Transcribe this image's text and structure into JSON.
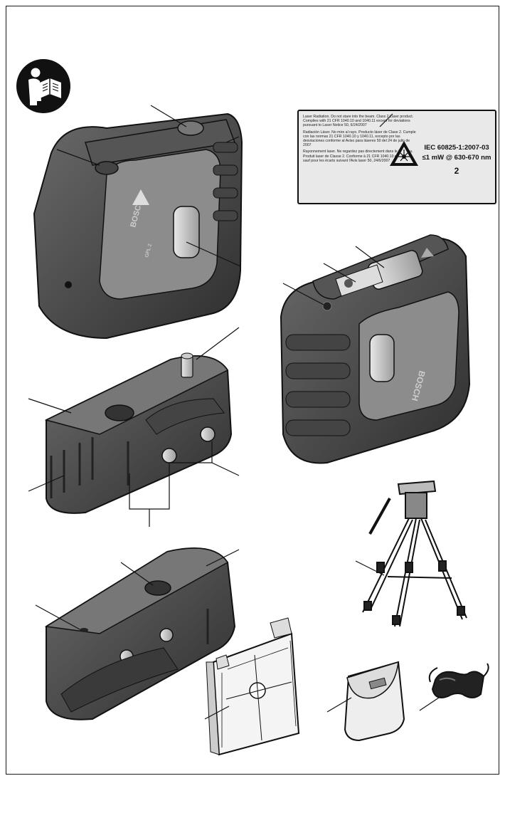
{
  "laser_label": {
    "text_en": "Laser Radiation. Do not stare into the beam. Class 2 Laser product. Complies with 21 CFR 1040.10 and 1040.11 except for deviations pursuant to Laser Notice 50, 6/24/2007",
    "text_es": "Radiación Láser. No mire al rayo. Producto láser de Clase 2. Cumple con las normas 21 CFR 1040.10 y 1040.11, excepto por las desviaciones conforme al Aviso para láseres 50 del 24 de julio de 2007",
    "text_fr": "Rayonnement laser. Ne regardez pas directement dans le faisceau. Produit laser de Classe 2. Conforme à 21 CFR 1040.10 et 1040.11, sauf pour les écarts suivant l'Avis laser 50, 24/6/2007",
    "standard": "IEC 60825-1:2007-03",
    "power": "≤1 mW @ 630-670 nm",
    "laser_class": "2"
  },
  "device_brand_text": [
    "BOSCH",
    "BOSCH"
  ],
  "device_model_text": "GPL 2",
  "icons": {
    "manual": "read-manual-icon",
    "laser_warning": "laser-warning-icon"
  },
  "colors": {
    "ink": "#1a1a1a",
    "body_dark": "#3a3a3a",
    "body_mid": "#5e5e5e",
    "body_light": "#9a9a9a",
    "label_bg": "#e9e9e9"
  }
}
